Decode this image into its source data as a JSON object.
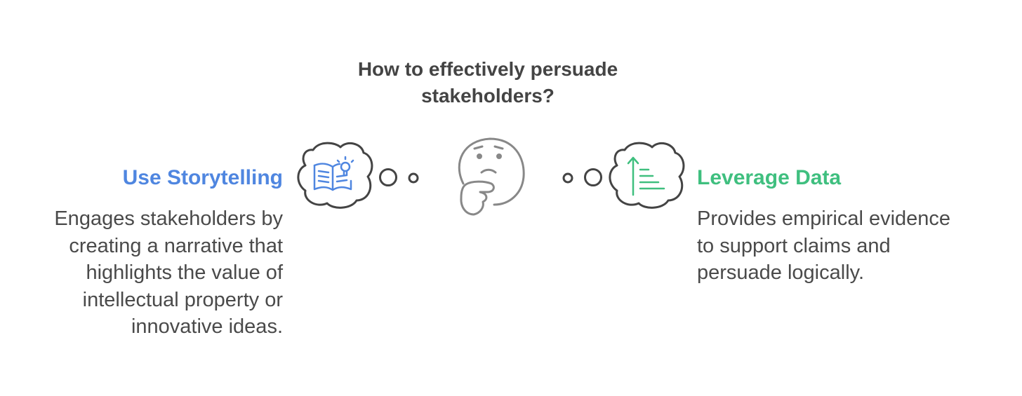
{
  "title_lines": [
    "How to effectively persuade",
    "stakeholders?"
  ],
  "left_option": {
    "heading": "Use Storytelling",
    "description_lines": [
      "Engages stakeholders by",
      "creating a narrative that",
      "highlights the value of",
      "intellectual property or",
      "innovative ideas."
    ],
    "icon": "book-lightbulb-icon",
    "color": "#4f86e0"
  },
  "right_option": {
    "heading": "Leverage Data",
    "description_lines": [
      "Provides empirical evidence",
      "to support claims and",
      "persuade logically."
    ],
    "icon": "bar-chart-arrow-icon",
    "color": "#3fbf7f"
  },
  "center_icon": "thinking-face-icon",
  "line_color": "#444444"
}
